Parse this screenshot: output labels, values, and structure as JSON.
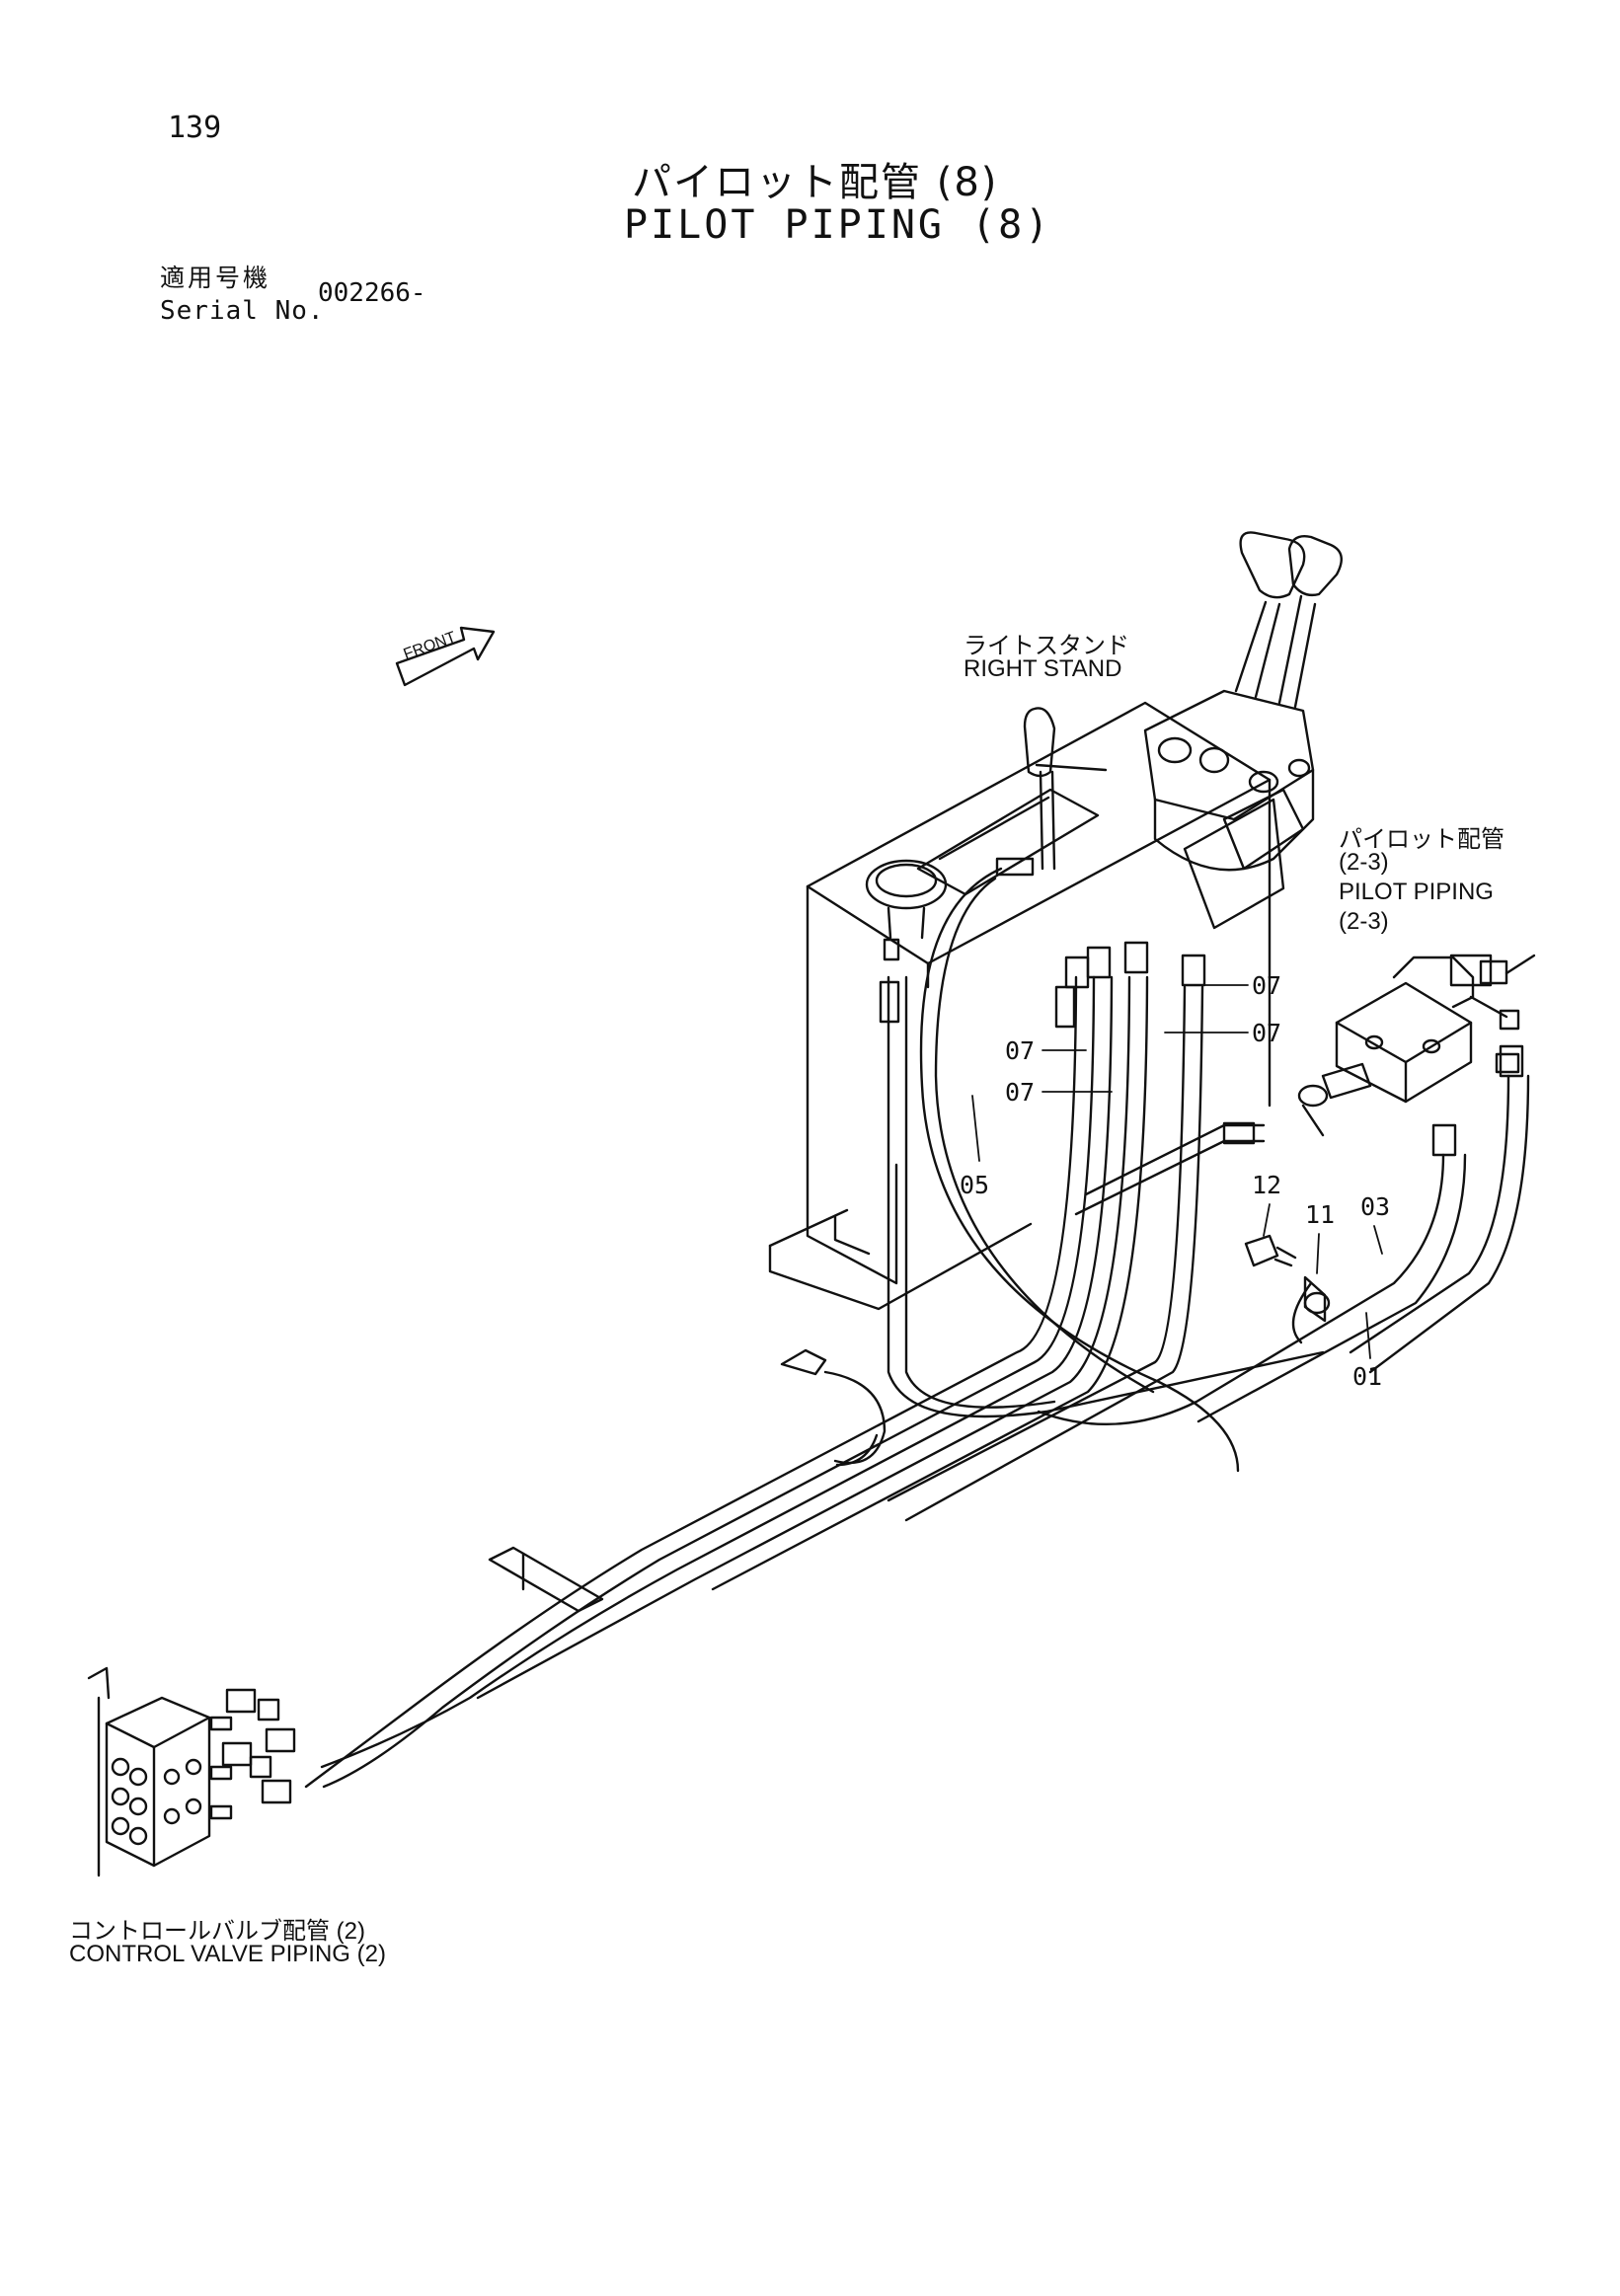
{
  "header": {
    "page_number": "139",
    "title_jp": "パイロット配管 (8)",
    "title_en": "PILOT PIPING (8)",
    "serial_label_jp": "適用号機",
    "serial_label_en": "Serial No.",
    "serial_value": "002266-"
  },
  "front_marker": {
    "label": "FRONT"
  },
  "callouts": {
    "right_stand_jp": "ライトスタンド",
    "right_stand_en": "RIGHT STAND",
    "pilot_piping_jp": "パイロット配管",
    "pilot_piping_ref1": "(2-3)",
    "pilot_piping_en": "PILOT PIPING",
    "pilot_piping_ref2": "(2-3)",
    "control_valve_jp": "コントロールバルブ配管 (2)",
    "control_valve_en": "CONTROL VALVE PIPING (2)"
  },
  "part_numbers": {
    "p07a": "07",
    "p07b": "07",
    "p07c": "07",
    "p07d": "07",
    "p05": "05",
    "p12": "12",
    "p11": "11",
    "p03": "03",
    "p01": "01"
  }
}
